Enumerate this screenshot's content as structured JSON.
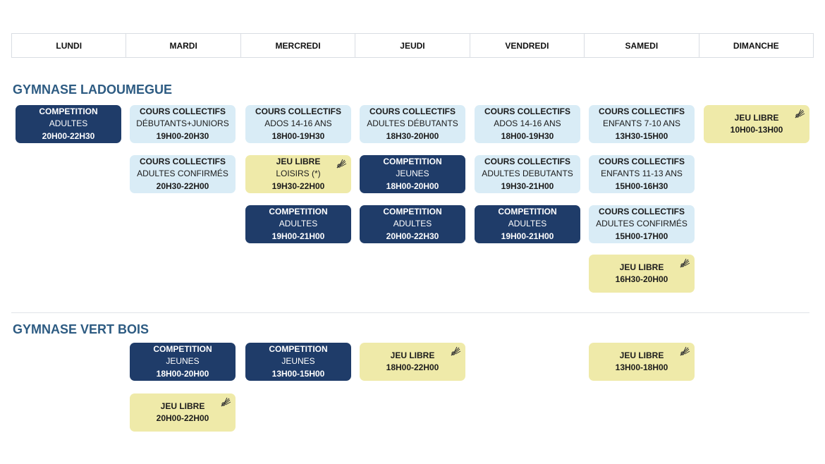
{
  "days": [
    "LUNDI",
    "MARDI",
    "MERCREDI",
    "JEUDI",
    "VENDREDI",
    "SAMEDI",
    "DIMANCHE"
  ],
  "gyms": [
    {
      "name": "GYMNASE LADOUMEGUE",
      "sessions": [
        {
          "day": 0,
          "row": 0,
          "style": "dark",
          "title": "COMPETITION",
          "subtitle": "ADULTES",
          "time": "20H00-22H30"
        },
        {
          "day": 1,
          "row": 0,
          "style": "light",
          "title": "COURS COLLECTIFS",
          "subtitle": "DÉBUTANTS+JUNIORS",
          "time": "19H00-20H30"
        },
        {
          "day": 1,
          "row": 1,
          "style": "light",
          "title": "COURS COLLECTIFS",
          "subtitle": "ADULTES CONFIRMÉS",
          "time": "20H30-22H00"
        },
        {
          "day": 2,
          "row": 0,
          "style": "light",
          "title": "COURS COLLECTIFS",
          "subtitle": "ADOS 14-16 ANS",
          "time": "18H00-19H30"
        },
        {
          "day": 2,
          "row": 1,
          "style": "yellow",
          "title": "JEU LIBRE",
          "subtitle": "LOISIRS (*)",
          "time": "19H30-22H00",
          "icon": "shuttlecock-icon"
        },
        {
          "day": 2,
          "row": 2,
          "style": "dark",
          "title": "COMPETITION",
          "subtitle": "ADULTES",
          "time": "19H00-21H00"
        },
        {
          "day": 3,
          "row": 0,
          "style": "light",
          "title": "COURS COLLECTIFS",
          "subtitle": "ADULTES DÉBUTANTS",
          "time": "18H30-20H00"
        },
        {
          "day": 3,
          "row": 1,
          "style": "dark",
          "title": "COMPETITION",
          "subtitle": "JEUNES",
          "time": "18H00-20H00"
        },
        {
          "day": 3,
          "row": 2,
          "style": "dark",
          "title": "COMPETITION",
          "subtitle": "ADULTES",
          "time": "20H00-22H30"
        },
        {
          "day": 4,
          "row": 0,
          "style": "light",
          "title": "COURS COLLECTIFS",
          "subtitle": "ADOS 14-16 ANS",
          "time": "18H00-19H30"
        },
        {
          "day": 4,
          "row": 1,
          "style": "light",
          "title": "COURS COLLECTIFS",
          "subtitle": "ADULTES DEBUTANTS",
          "time": "19H30-21H00"
        },
        {
          "day": 4,
          "row": 2,
          "style": "dark",
          "title": "COMPETITION",
          "subtitle": "ADULTES",
          "time": "19H00-21H00"
        },
        {
          "day": 5,
          "row": 0,
          "style": "light",
          "title": "COURS COLLECTIFS",
          "subtitle": "ENFANTS 7-10 ANS",
          "time": "13H30-15H00"
        },
        {
          "day": 5,
          "row": 1,
          "style": "light",
          "title": "COURS COLLECTIFS",
          "subtitle": "ENFANTS 11-13 ANS",
          "time": "15H00-16H30"
        },
        {
          "day": 5,
          "row": 2,
          "style": "light",
          "title": "COURS COLLECTIFS",
          "subtitle": "ADULTES CONFIRMÉS",
          "time": "15H00-17H00"
        },
        {
          "day": 5,
          "row": 3,
          "style": "yellow",
          "title": "JEU LIBRE",
          "time": "16H30-20H00",
          "icon": "shuttlecock-icon"
        },
        {
          "day": 6,
          "row": 0,
          "style": "yellow",
          "title": "JEU LIBRE",
          "time": "10H00-13H00",
          "icon": "shuttlecock-icon"
        }
      ]
    },
    {
      "name": "GYMNASE VERT BOIS",
      "sessions": [
        {
          "day": 1,
          "row": 0,
          "style": "dark",
          "title": "COMPETITION",
          "subtitle": "JEUNES",
          "time": "18H00-20H00"
        },
        {
          "day": 1,
          "row": 1,
          "style": "yellow",
          "title": "JEU LIBRE",
          "time": "20H00-22H00",
          "icon": "shuttlecock-icon"
        },
        {
          "day": 2,
          "row": 0,
          "style": "dark",
          "title": "COMPETITION",
          "subtitle": "JEUNES",
          "time": "13H00-15H00"
        },
        {
          "day": 3,
          "row": 0,
          "style": "yellow",
          "title": "JEU LIBRE",
          "time": "18H00-22H00",
          "icon": "shuttlecock-icon"
        },
        {
          "day": 5,
          "row": 0,
          "style": "yellow",
          "title": "JEU LIBRE",
          "time": "13H00-18H00",
          "icon": "shuttlecock-icon"
        }
      ]
    }
  ],
  "colors": {
    "dark": "#1f3c69",
    "light": "#d9ecf6",
    "yellow": "#efeaa9",
    "gym_title": "#2d5b82"
  }
}
